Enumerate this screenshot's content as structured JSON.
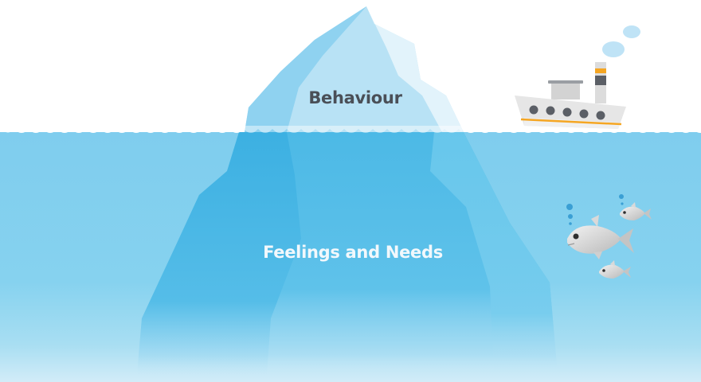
{
  "diagram": {
    "type": "iceberg-metaphor",
    "above_water": {
      "label": "Behaviour"
    },
    "below_water": {
      "label": "Feelings and Needs"
    },
    "decorations": [
      {
        "name": "steamship-icon",
        "position": "right, on waterline"
      },
      {
        "name": "fish-icon",
        "count": 3,
        "position": "right, underwater"
      },
      {
        "name": "bubbles-icon",
        "count": 2
      }
    ]
  },
  "colors": {
    "sky": "#ffffff",
    "water_top": "#7fcdee",
    "water_bottom": "#cde9f7",
    "iceberg_shadow": "#3fb2e3",
    "iceberg_light": "#b8e2f5",
    "iceberg_highlight": "#e2f3fb",
    "label_dark": "#4a4f57",
    "label_light": "#f2f8fc",
    "ship_stripe": "#f5a623"
  }
}
